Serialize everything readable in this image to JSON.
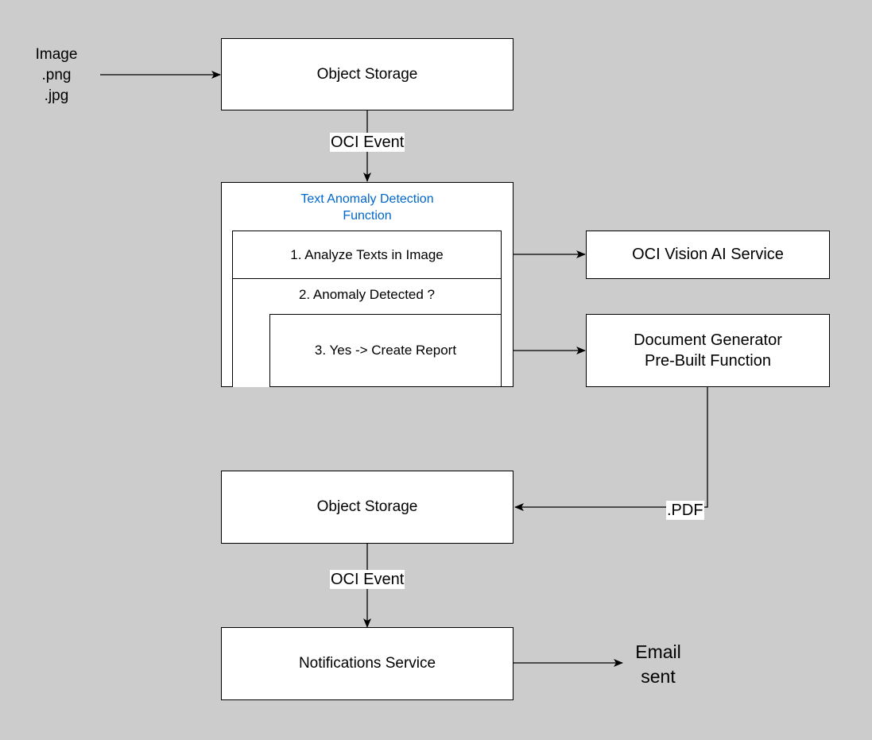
{
  "colors": {
    "background": "#cccccc",
    "box_fill": "#ffffff",
    "stroke": "#000000",
    "function_title": "#0066cc"
  },
  "input_label": "Image\n.png\n.jpg",
  "object_storage_1": "Object Storage",
  "oci_event_1": "OCI Event",
  "function_container": {
    "title": "Text Anomaly Detection\nFunction",
    "step1": "1. Analyze Texts in Image",
    "step2": "2. Anomaly Detected ?",
    "step3": "3. Yes -> Create Report"
  },
  "vision_service": "OCI Vision AI Service",
  "doc_generator": "Document Generator\nPre-Built Function",
  "pdf_label": ".PDF",
  "object_storage_2": "Object Storage",
  "oci_event_2": "OCI Event",
  "notifications_service": "Notifications Service",
  "email_label": "Email\nsent"
}
